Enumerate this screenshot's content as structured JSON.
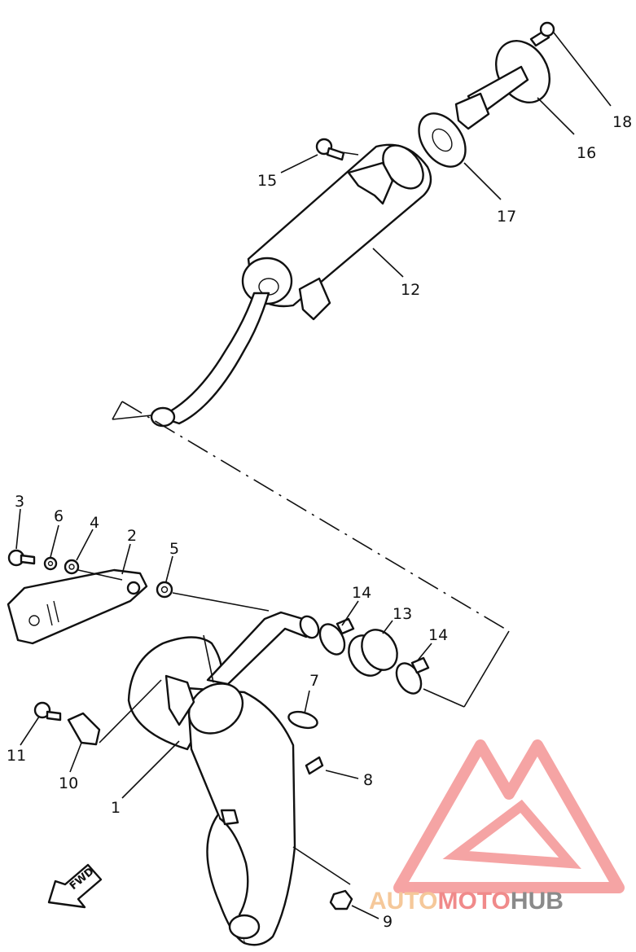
{
  "callouts": {
    "c1": "1",
    "c2": "2",
    "c3": "3",
    "c4": "4",
    "c5": "5",
    "c6": "6",
    "c7": "7",
    "c8": "8",
    "c9": "9",
    "c10": "10",
    "c11": "11",
    "c12": "12",
    "c13": "13",
    "c14a": "14",
    "c14b": "14",
    "c15": "15",
    "c16": "16",
    "c17": "17",
    "c18": "18"
  },
  "direction_tag": "FWD",
  "watermark": {
    "part1": "AUTO",
    "part2": "MOTO",
    "part3": "HUB",
    "color_auto": "#f5c89a",
    "color_moto": "#f08a8a",
    "color_hub": "#8a8a8a"
  }
}
